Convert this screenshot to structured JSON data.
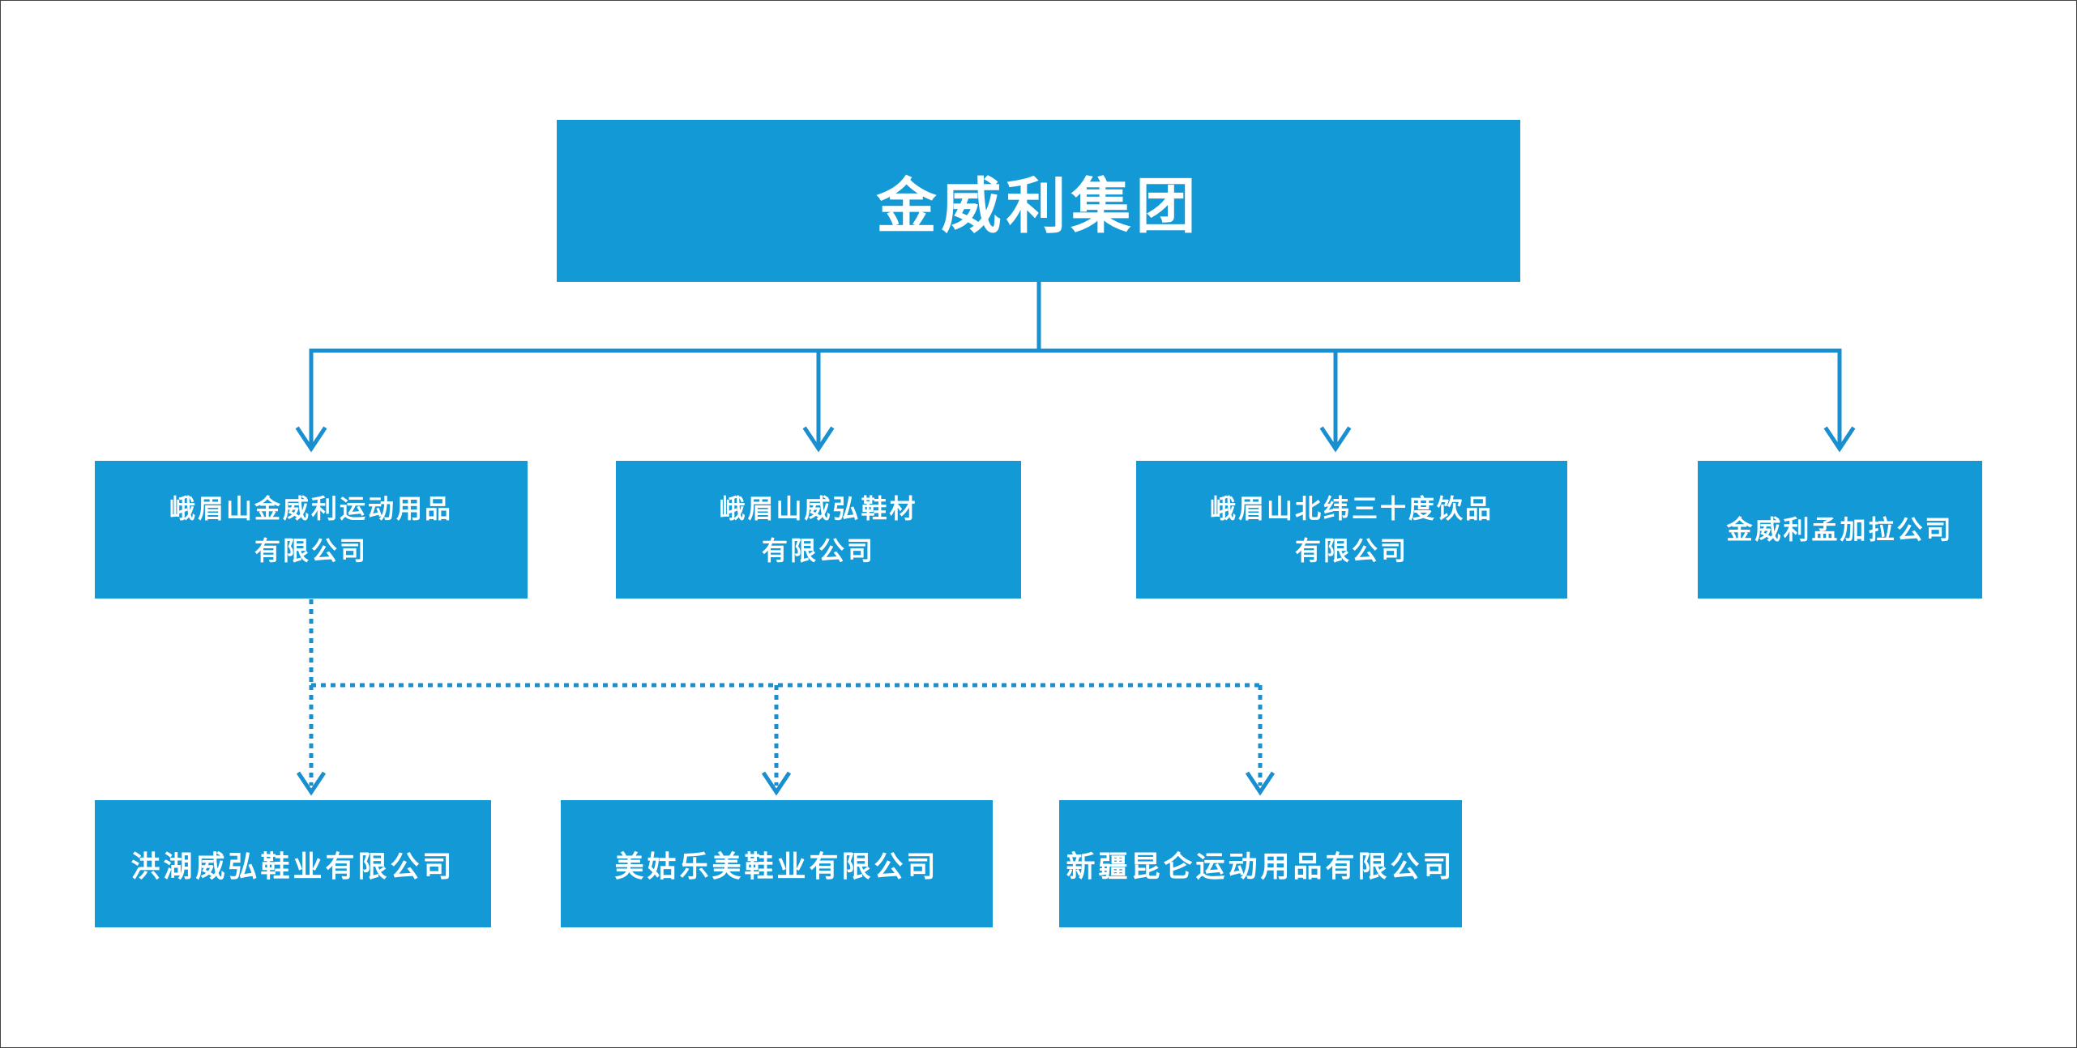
{
  "root": {
    "name": "金威利集团"
  },
  "subsidiaries": [
    {
      "line1": "峨眉山金威利运动用品",
      "line2": "有限公司"
    },
    {
      "line1": "峨眉山威弘鞋材",
      "line2": "有限公司"
    },
    {
      "line1": "峨眉山北纬三十度饮品",
      "line2": "有限公司"
    },
    {
      "line1": "金威利孟加拉公司",
      "line2": ""
    }
  ],
  "affiliates": [
    {
      "name": "洪湖威弘鞋业有限公司"
    },
    {
      "name": "美姑乐美鞋业有限公司"
    },
    {
      "name": "新疆昆仑运动用品有限公司"
    }
  ],
  "colors": {
    "box_fill": "#1399d6",
    "connector": "#1a8fd0",
    "text": "#ffffff"
  }
}
